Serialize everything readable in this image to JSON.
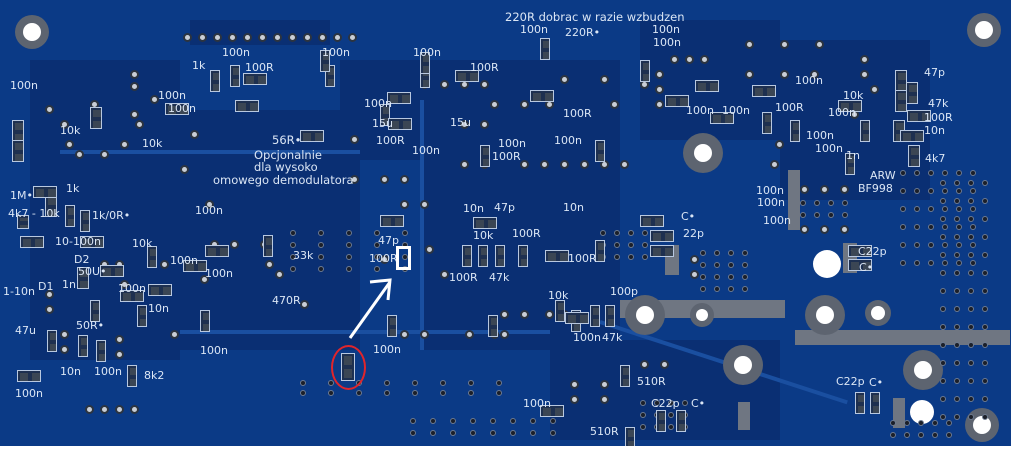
{
  "board": {
    "description": "PCB bottom side photo with silkscreen labels",
    "colors": {
      "solder_mask": "#0b3a86",
      "silkscreen": "#dbe6f5",
      "annotation_highlight": "#ffffff",
      "annotation_circle": "#e0252b"
    }
  },
  "notes": {
    "top_note": "220R dobrac w razie wzbudzen",
    "option_line1": "Opcjonalnie",
    "option_line2": "dla wysoko",
    "option_line3": "omowego demodulatora",
    "resistor_56r": "56R•"
  },
  "labels": {
    "l001": "100n",
    "l002": "100n",
    "l003": "1k",
    "l004": "100R",
    "l005": "100n",
    "l006": "100R",
    "l007": "100n",
    "l008": "100n",
    "l009": "10k",
    "l010": "10k",
    "l011": "1M•",
    "l012": "1k",
    "l013": "4k7 - 10k",
    "l014": "1k/0R•",
    "l015": "10-100n",
    "l016": "10k",
    "l017": "D2",
    "l018": "50U•",
    "l019": "1n",
    "l020": "100n",
    "l021": "1-10n",
    "l022": "D1",
    "l023": "10n",
    "l024": "47u",
    "l025": "50R•",
    "l026": "10n",
    "l027": "100n",
    "l028": "8k2",
    "l029": "100n",
    "l030": "100n",
    "l031": "100n",
    "l032": "33k",
    "l033": "470R",
    "l034": "100n",
    "l035": "100n",
    "l036": "15u",
    "l037": "15u",
    "l038": "100R",
    "l039": "100n",
    "l040": "100n",
    "l041": "100n",
    "l042": "100n",
    "l043": "100R",
    "l044": "10n",
    "l045": "47p",
    "l046": "10n",
    "l047": "47p",
    "l048": "100R",
    "l049": "10k",
    "l050": "100R",
    "l051": "100R",
    "l052": "47k",
    "l053": "100R",
    "l054": "10k",
    "l055": "100p",
    "l056": "100n",
    "l057": "47k",
    "l058": "100n",
    "l059": "100n",
    "l060": "220R•",
    "l061": "100n",
    "l062": "100n",
    "l063": "100n",
    "l064": "100n",
    "l065": "100R",
    "l066": "100n",
    "l067": "100n",
    "l068": "100n",
    "l069": "100n",
    "l070": "47p",
    "l071": "100R",
    "l072": "47k",
    "l073": "10n",
    "l074": "100n",
    "l075": "1n",
    "l076": "4k7",
    "l077": "ARW",
    "l078": "BF998",
    "l079": "10k",
    "l080": "100n",
    "l081": "100n",
    "l082": "C•",
    "l083": "22p",
    "l084": "C22p",
    "l085": "C•",
    "l086": "510R",
    "l087": "C22p",
    "l088": "C•",
    "l089": "100n",
    "l090": "510R",
    "l091": "C22p",
    "l092": "C•",
    "l093": "100n",
    "l094": "100R"
  },
  "annotations": {
    "highlight_box": "highlighted footprint (100R position)",
    "arrow": "white arrow pointing to highlighted footprint",
    "circle": "red circle around capacitor footprint"
  }
}
